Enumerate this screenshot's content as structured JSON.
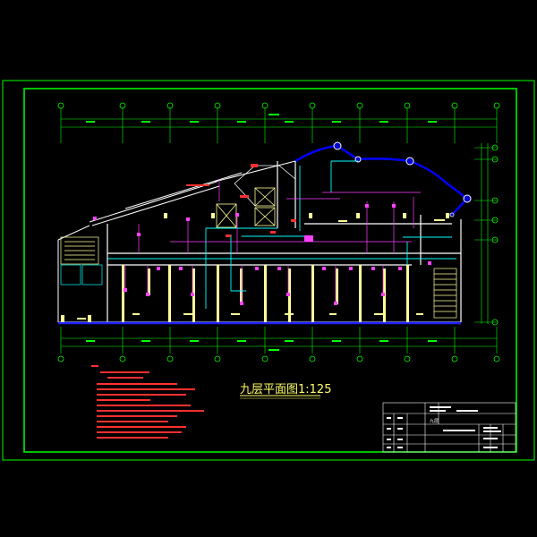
{
  "drawing": {
    "plan_title": "九层平面图1:125",
    "plan_subtitle": "",
    "grid_labels_horizontal": [
      "①",
      "②",
      "③",
      "④",
      "⑤",
      "⑥",
      "⑦",
      "⑧",
      "⑨",
      "⑩"
    ],
    "grid_labels_vertical": [
      "Ⓔ",
      "Ⓓ",
      "Ⓒ",
      "Ⓑ",
      "Ⓐ"
    ]
  },
  "title_block": {
    "project": "",
    "drawing_name": "九层",
    "drawing_desc": "",
    "row_labels": []
  },
  "colors": {
    "background": "#000000",
    "frame": "#00ff00",
    "walls": "#ffffff",
    "columns": "#ffff99",
    "cyan_lines": "#00ffff",
    "magenta_lines": "#ff40ff",
    "blue_lines": "#0000ff",
    "red_notes": "#ff3030",
    "dimension_green": "#00ff00"
  }
}
